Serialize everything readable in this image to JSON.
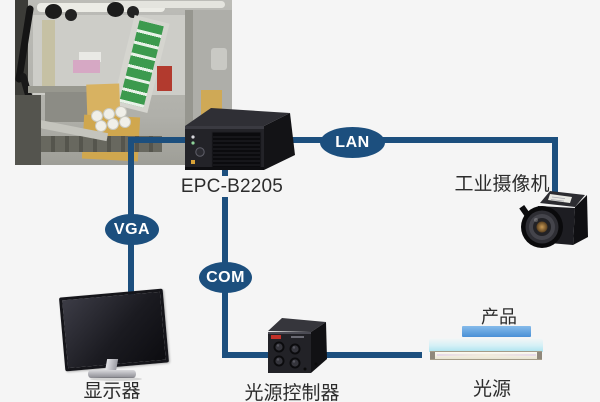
{
  "colors": {
    "background": "#f5f5f5",
    "connector_blue": "#1c4f7e",
    "node_text": "#ffffff",
    "label_text": "#2c2c2c",
    "product_bar_blue": "#4a90d6",
    "light_glow_cyan": "#bfe9f3"
  },
  "nodes": {
    "pc": {
      "label": "EPC-B2205"
    },
    "camera": {
      "label": "工业摄像机"
    },
    "monitor": {
      "label": "显示器"
    },
    "controller": {
      "label": "光源控制器"
    },
    "light": {
      "label": "光源"
    },
    "product": {
      "label": "产品"
    }
  },
  "connections": [
    {
      "label": "LAN",
      "from": "pc",
      "to": "camera"
    },
    {
      "label": "VGA",
      "from": "pc",
      "to": "monitor"
    },
    {
      "label": "COM",
      "from": "pc",
      "to": "controller"
    }
  ],
  "photo": {
    "name": "factory-automation-photo"
  }
}
